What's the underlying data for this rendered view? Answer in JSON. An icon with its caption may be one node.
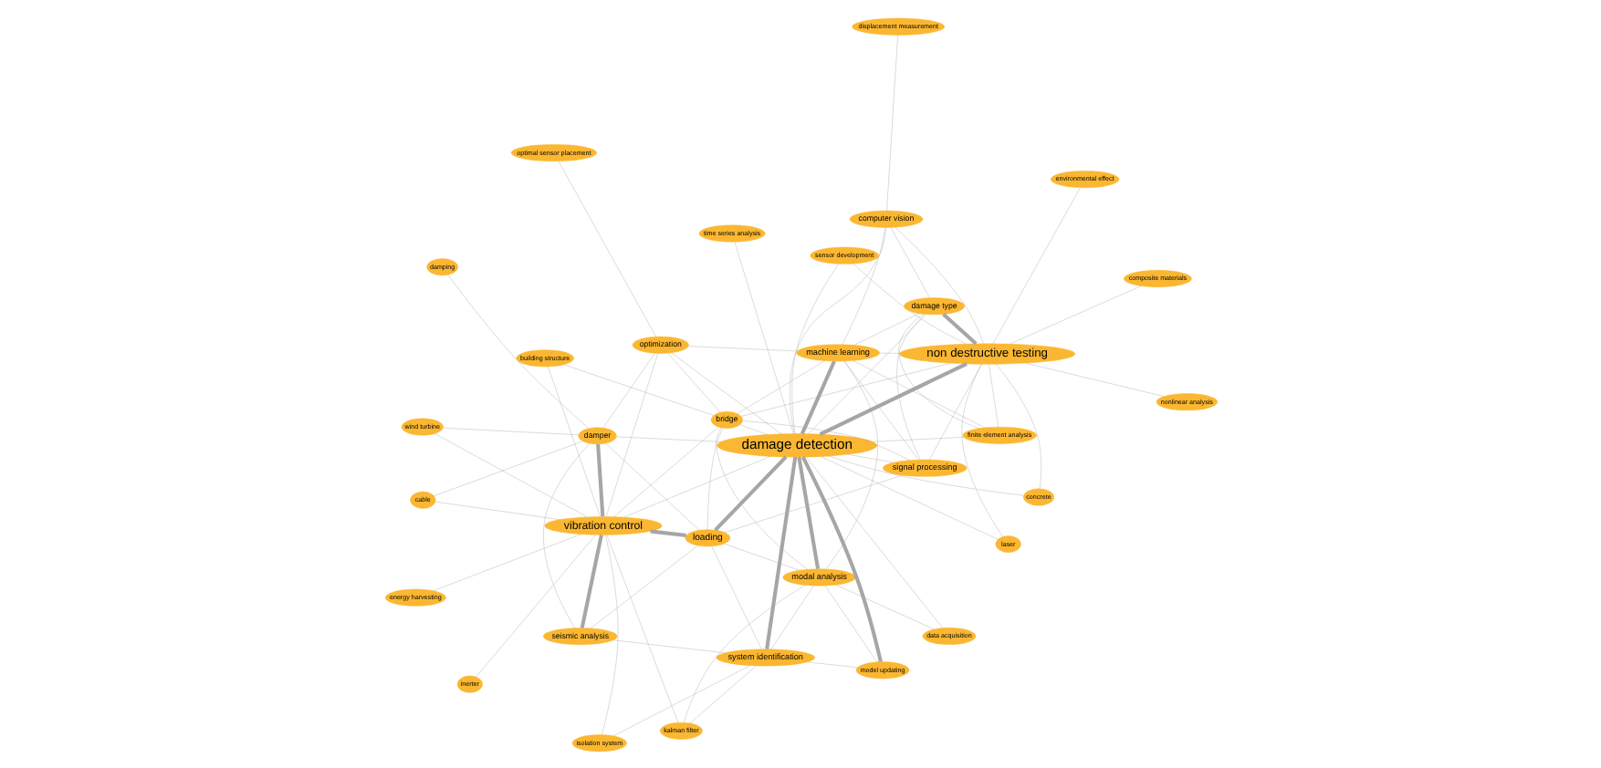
{
  "diagram": {
    "nodes": [
      {
        "text": [
          "isolation system"
        ]
      },
      {
        "text": [
          "inerter"
        ]
      },
      {
        "text": [
          "seismic analysis"
        ]
      },
      {
        "text": [
          "kalman filter"
        ]
      },
      {
        "text": [
          "model updating"
        ]
      },
      {
        "text": [
          "time series analysis"
        ]
      },
      {
        "text": [
          "system identification"
        ]
      },
      {
        "text": [
          "data acquisition"
        ]
      },
      {
        "text": [
          "energy harvesting"
        ]
      },
      {
        "text": [
          "vibration control"
        ]
      },
      {
        "text": [
          "modal analysis"
        ]
      },
      {
        "text": [
          "sensor development"
        ]
      },
      {
        "text": [
          "concrete"
        ]
      },
      {
        "text": [
          "wind turbine"
        ]
      },
      {
        "text": [
          "loading"
        ]
      },
      {
        "text": [
          "damage detection"
        ]
      },
      {
        "text": [
          "laser"
        ]
      },
      {
        "text": [
          "damping"
        ]
      },
      {
        "text": [
          "damper"
        ]
      },
      {
        "text": [
          "bridge"
        ]
      },
      {
        "text": [
          "building structure"
        ]
      },
      {
        "text": [
          "signal processing"
        ]
      },
      {
        "text": [
          "composite materials"
        ]
      },
      {
        "text": [
          "non destructive testing"
        ]
      },
      {
        "text": [
          "cable"
        ]
      },
      {
        "text": [
          "nonlinear analysis"
        ]
      },
      {
        "text": [
          "optimization"
        ]
      },
      {
        "text": [
          "machine learning"
        ]
      },
      {
        "text": [
          "damage type"
        ]
      },
      {
        "text": [
          "finite element analysis"
        ]
      },
      {
        "text": [
          "environmental effect"
        ]
      },
      {
        "text": [
          "computer vision"
        ]
      },
      {
        "text": [
          "optimal sensor placement"
        ]
      },
      {
        "text": [
          "displacement measurement"
        ]
      }
    ],
    "edges": [
      {
        "from": 0,
        "to": 9,
        "arrow": "none"
      },
      {
        "from": 0,
        "to": 6,
        "arrow": "none"
      },
      {
        "from": 1,
        "to": 9,
        "arrow": "none"
      },
      {
        "from": 2,
        "to": 9,
        "arrow": "none",
        "style": "thick"
      },
      {
        "from": 2,
        "to": 18,
        "arrow": "none"
      },
      {
        "from": 2,
        "to": 14,
        "arrow": "none"
      },
      {
        "from": 2,
        "to": 6,
        "arrow": "none"
      },
      {
        "from": 3,
        "to": 9,
        "arrow": "none"
      },
      {
        "from": 3,
        "to": 6,
        "arrow": "none"
      },
      {
        "from": 3,
        "to": 10,
        "arrow": "none"
      },
      {
        "from": 4,
        "to": 6,
        "arrow": "none"
      },
      {
        "from": 4,
        "to": 10,
        "arrow": "none"
      },
      {
        "from": 4,
        "to": 15,
        "arrow": "none",
        "style": "thick"
      },
      {
        "from": 5,
        "to": 15,
        "arrow": "none"
      },
      {
        "from": 6,
        "to": 14,
        "arrow": "none"
      },
      {
        "from": 6,
        "to": 15,
        "arrow": "none",
        "style": "thick"
      },
      {
        "from": 6,
        "to": 10,
        "arrow": "none"
      },
      {
        "from": 7,
        "to": 10,
        "arrow": "none"
      },
      {
        "from": 7,
        "to": 15,
        "arrow": "none"
      },
      {
        "from": 8,
        "to": 9,
        "arrow": "none"
      },
      {
        "from": 9,
        "to": 14,
        "arrow": "none",
        "style": "thick"
      },
      {
        "from": 9,
        "to": 18,
        "arrow": "none",
        "style": "thick"
      },
      {
        "from": 9,
        "to": 13,
        "arrow": "none"
      },
      {
        "from": 9,
        "to": 15,
        "arrow": "none"
      },
      {
        "from": 9,
        "to": 24,
        "arrow": "none"
      },
      {
        "from": 9,
        "to": 19,
        "arrow": "none"
      },
      {
        "from": 9,
        "to": 20,
        "arrow": "none"
      },
      {
        "from": 9,
        "to": 26,
        "arrow": "none"
      },
      {
        "from": 10,
        "to": 15,
        "arrow": "none",
        "style": "thick"
      },
      {
        "from": 10,
        "to": 19,
        "arrow": "none"
      },
      {
        "from": 10,
        "to": 14,
        "arrow": "none"
      },
      {
        "from": 10,
        "to": 27,
        "arrow": "none"
      },
      {
        "from": 11,
        "to": 15,
        "arrow": "none"
      },
      {
        "from": 11,
        "to": 23,
        "arrow": "none"
      },
      {
        "from": 12,
        "to": 15,
        "arrow": "none"
      },
      {
        "from": 12,
        "to": 23,
        "arrow": "none"
      },
      {
        "from": 13,
        "to": 18,
        "arrow": "none"
      },
      {
        "from": 14,
        "to": 15,
        "arrow": "none",
        "style": "thick"
      },
      {
        "from": 14,
        "to": 19,
        "arrow": "none"
      },
      {
        "from": 14,
        "to": 21,
        "arrow": "none"
      },
      {
        "from": 15,
        "to": 16,
        "arrow": "none"
      },
      {
        "from": 15,
        "to": 19,
        "arrow": "none"
      },
      {
        "from": 15,
        "to": 21,
        "arrow": "none"
      },
      {
        "from": 15,
        "to": 23,
        "arrow": "none",
        "style": "thick"
      },
      {
        "from": 15,
        "to": 27,
        "arrow": "none",
        "style": "thick"
      },
      {
        "from": 15,
        "to": 28,
        "arrow": "none"
      },
      {
        "from": 15,
        "to": 31,
        "arrow": "none"
      },
      {
        "from": 15,
        "to": 26,
        "arrow": "none"
      },
      {
        "from": 15,
        "to": 29,
        "arrow": "none"
      },
      {
        "from": 16,
        "to": 23,
        "arrow": "none"
      },
      {
        "from": 17,
        "to": 18,
        "arrow": "none"
      },
      {
        "from": 18,
        "to": 24,
        "arrow": "none"
      },
      {
        "from": 18,
        "to": 26,
        "arrow": "none"
      },
      {
        "from": 18,
        "to": 14,
        "arrow": "none"
      },
      {
        "from": 18,
        "to": 15,
        "arrow": "none"
      },
      {
        "from": 19,
        "to": 20,
        "arrow": "none"
      },
      {
        "from": 19,
        "to": 26,
        "arrow": "none"
      },
      {
        "from": 19,
        "to": 21,
        "arrow": "none"
      },
      {
        "from": 19,
        "to": 27,
        "arrow": "none"
      },
      {
        "from": 19,
        "to": 23,
        "arrow": "none"
      },
      {
        "from": 21,
        "to": 23,
        "arrow": "none"
      },
      {
        "from": 21,
        "to": 27,
        "arrow": "none"
      },
      {
        "from": 21,
        "to": 28,
        "arrow": "none"
      },
      {
        "from": 22,
        "to": 23,
        "arrow": "none"
      },
      {
        "from": 23,
        "to": 25,
        "arrow": "none"
      },
      {
        "from": 23,
        "to": 27,
        "arrow": "none"
      },
      {
        "from": 23,
        "to": 28,
        "arrow": "none",
        "style": "thick"
      },
      {
        "from": 23,
        "to": 29,
        "arrow": "none"
      },
      {
        "from": 23,
        "to": 30,
        "arrow": "none"
      },
      {
        "from": 23,
        "to": 31,
        "arrow": "none"
      },
      {
        "from": 26,
        "to": 27,
        "arrow": "none"
      },
      {
        "from": 26,
        "to": 32,
        "arrow": "none"
      },
      {
        "from": 27,
        "to": 28,
        "arrow": "none"
      },
      {
        "from": 27,
        "to": 31,
        "arrow": "none"
      },
      {
        "from": 27,
        "to": 29,
        "arrow": "none"
      },
      {
        "from": 28,
        "to": 29,
        "arrow": "none"
      },
      {
        "from": 28,
        "to": 31,
        "arrow": "none"
      },
      {
        "from": 31,
        "to": 33,
        "arrow": "none"
      }
    ]
  }
}
